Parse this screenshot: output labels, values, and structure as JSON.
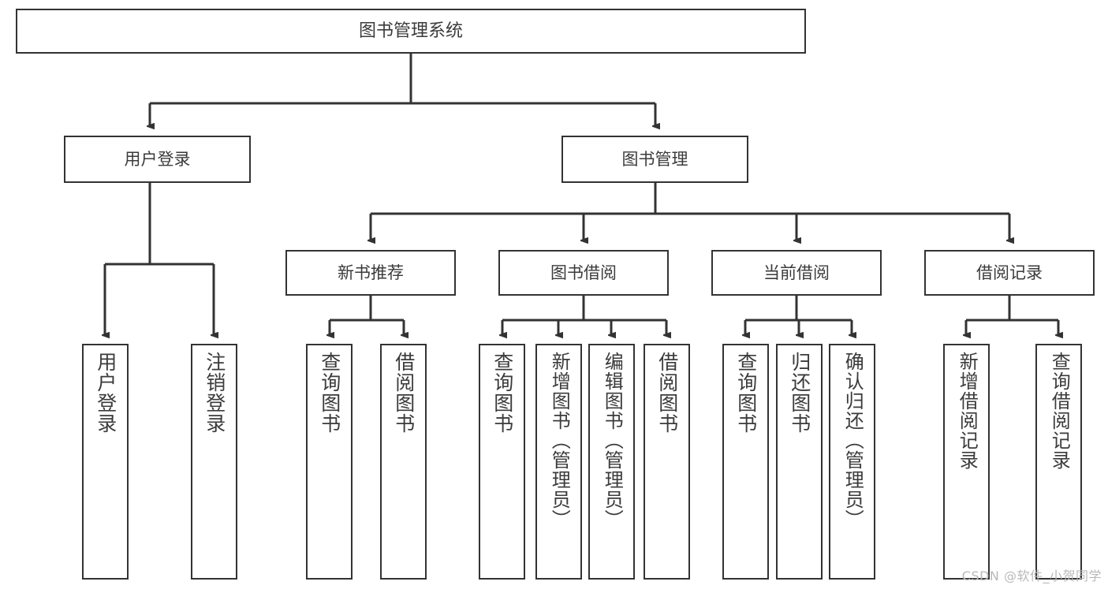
{
  "diagram": {
    "title": "图书管理系统",
    "type": "tree-hierarchy",
    "colors": {
      "background": "#ffffff",
      "node_border": "#333333",
      "node_fill": "#ffffff",
      "text": "#3b3b3b",
      "edge": "#333333",
      "watermark": "#b9b9b9"
    },
    "root": {
      "label": "图书管理系统"
    },
    "level2": [
      {
        "id": "user-login",
        "label": "用户登录"
      },
      {
        "id": "book-manage",
        "label": "图书管理"
      }
    ],
    "level3": [
      {
        "id": "new-book-recommend",
        "label": "新书推荐"
      },
      {
        "id": "book-borrow",
        "label": "图书借阅"
      },
      {
        "id": "current-borrow",
        "label": "当前借阅"
      },
      {
        "id": "borrow-record",
        "label": "借阅记录"
      }
    ],
    "leaves": {
      "user_login": [
        {
          "id": "leaf-user-login",
          "label": "用户登录"
        },
        {
          "id": "leaf-logout-login",
          "label": "注销登录"
        }
      ],
      "new_book_recommend": [
        {
          "id": "leaf-query-book-1",
          "label": "查询图书"
        },
        {
          "id": "leaf-borrow-book-1",
          "label": "借阅图书"
        }
      ],
      "book_borrow": [
        {
          "id": "leaf-query-book-2",
          "label": "查询图书"
        },
        {
          "id": "leaf-add-book-admin",
          "label": "新增图书（管理员）"
        },
        {
          "id": "leaf-edit-book-admin",
          "label": "编辑图书（管理员）"
        },
        {
          "id": "leaf-borrow-book-2",
          "label": "借阅图书"
        }
      ],
      "current_borrow": [
        {
          "id": "leaf-query-book-3",
          "label": "查询图书"
        },
        {
          "id": "leaf-return-book",
          "label": "归还图书"
        },
        {
          "id": "leaf-confirm-return-admin",
          "label": "确认归还（管理员）"
        }
      ],
      "borrow_record": [
        {
          "id": "leaf-add-borrow-record",
          "label": "新增借阅记录"
        },
        {
          "id": "leaf-query-borrow-record",
          "label": "查询借阅记录"
        }
      ]
    }
  },
  "watermark": {
    "text": "CSDN @软件_小贺同学"
  }
}
